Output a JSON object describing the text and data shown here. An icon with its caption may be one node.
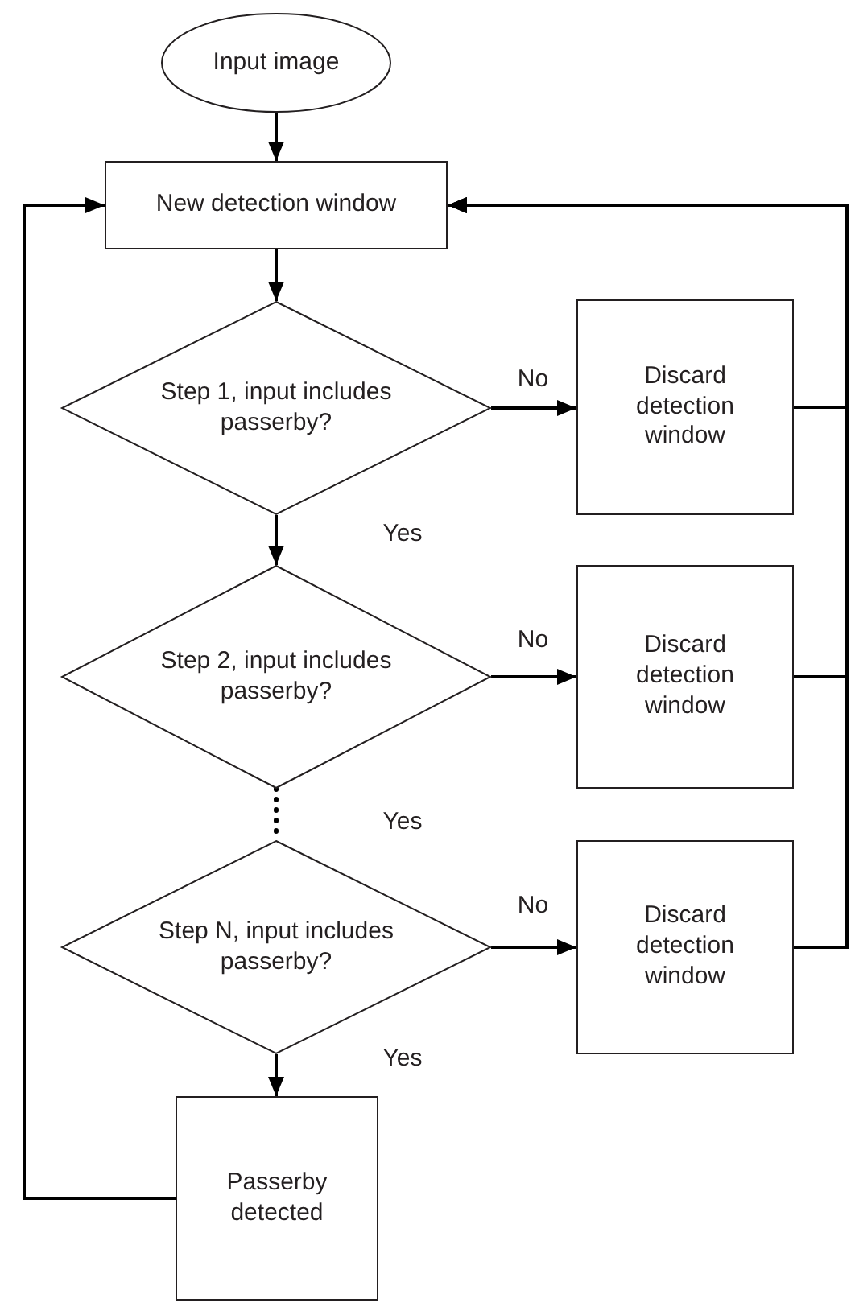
{
  "diagram": {
    "nodes": [
      {
        "text": [
          "Input image"
        ]
      },
      {
        "text": [
          "New detection window"
        ]
      },
      {
        "text": [
          "Step 1, input includes passerby?"
        ]
      },
      {
        "text": [
          "Discard detection window"
        ]
      },
      {
        "text": [
          "Step 2, input includes passerby?"
        ]
      },
      {
        "text": [
          "Discard detection window"
        ]
      },
      {
        "text": [
          "Step N, input includes passerby?"
        ]
      },
      {
        "text": [
          "Discard detection window"
        ]
      },
      {
        "text": [
          "Passerby detected"
        ]
      }
    ],
    "edges": [
      {
        "from": 0,
        "to": 1,
        "arrow": "to"
      },
      {
        "from": 1,
        "to": 2,
        "arrow": "to"
      },
      {
        "from": 2,
        "to": 3,
        "arrow": "to",
        "label": "No"
      },
      {
        "from": 2,
        "to": 4,
        "arrow": "to",
        "label": "Yes"
      },
      {
        "from": 4,
        "to": 5,
        "arrow": "to",
        "label": "No"
      },
      {
        "from": 4,
        "to": 6,
        "arrow": "none",
        "label": "Yes",
        "style": "dashed"
      },
      {
        "from": 6,
        "to": 7,
        "arrow": "to",
        "label": "No"
      },
      {
        "from": 6,
        "to": 8,
        "arrow": "to",
        "label": "Yes"
      },
      {
        "from": 8,
        "to": 1,
        "arrow": "to"
      },
      {
        "from": 3,
        "to": 1,
        "arrow": "to"
      },
      {
        "from": 5,
        "to": 1,
        "arrow": "to"
      },
      {
        "from": 7,
        "to": 1,
        "arrow": "to"
      }
    ]
  }
}
